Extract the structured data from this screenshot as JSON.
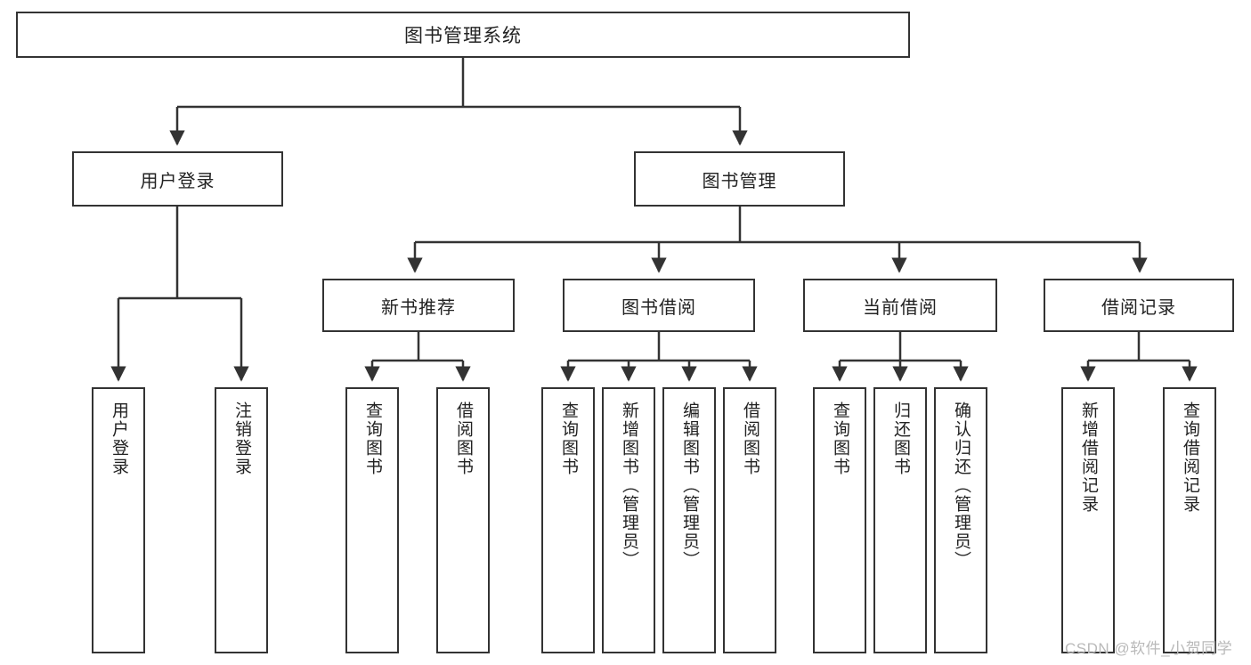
{
  "diagram": {
    "type": "tree-hierarchy-chart",
    "title": "图书管理系统",
    "watermark": "CSDN @软件_小贺同学",
    "colors": {
      "stroke": "#333333",
      "fill": "#ffffff",
      "text": "#222222",
      "watermark": "#b9b9b9"
    },
    "nodes": {
      "root": {
        "label": "图书管理系统",
        "level": 1
      },
      "level2": [
        {
          "id": "user-login",
          "label": "用户登录"
        },
        {
          "id": "book-management",
          "label": "图书管理"
        }
      ],
      "level3": [
        {
          "id": "new-book-recommend",
          "label": "新书推荐"
        },
        {
          "id": "book-borrow",
          "label": "图书借阅"
        },
        {
          "id": "current-borrow",
          "label": "当前借阅"
        },
        {
          "id": "borrow-record",
          "label": "借阅记录"
        }
      ],
      "leaves": {
        "user-login": [
          {
            "id": "leaf-user-login",
            "label": "用户登录"
          },
          {
            "id": "leaf-logout-login",
            "label": "注销登录"
          }
        ],
        "new-book-recommend": [
          {
            "id": "leaf-query-book-1",
            "label": "查询图书"
          },
          {
            "id": "leaf-borrow-book-1",
            "label": "借阅图书"
          }
        ],
        "book-borrow": [
          {
            "id": "leaf-query-book-2",
            "label": "查询图书"
          },
          {
            "id": "leaf-add-book",
            "label": "新增图书（管理员）"
          },
          {
            "id": "leaf-edit-book",
            "label": "编辑图书（管理员）"
          },
          {
            "id": "leaf-borrow-book-2",
            "label": "借阅图书"
          }
        ],
        "current-borrow": [
          {
            "id": "leaf-query-book-3",
            "label": "查询图书"
          },
          {
            "id": "leaf-return-book",
            "label": "归还图书"
          },
          {
            "id": "leaf-confirm-return",
            "label": "确认归还（管理员）"
          }
        ],
        "borrow-record": [
          {
            "id": "leaf-add-record",
            "label": "新增借阅记录"
          },
          {
            "id": "leaf-query-record",
            "label": "查询借阅记录"
          }
        ]
      }
    }
  }
}
